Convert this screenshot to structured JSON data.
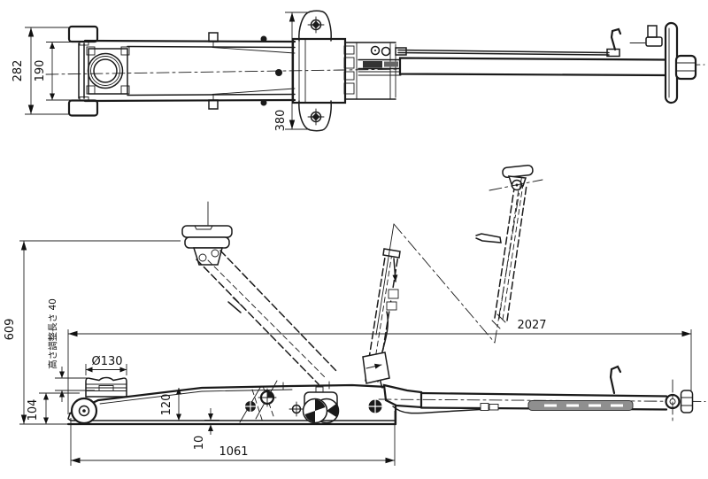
{
  "drawing": {
    "type": "engineering-two-view-drawing",
    "subject": "hydraulic floor jack (garage jack)",
    "views": {
      "top": "plan view",
      "bottom": "side elevation with raised positions in phantom lines"
    },
    "colors": {
      "ink": "#1a1a1a",
      "background": "#ffffff",
      "grip_gray": "#8f8f8f"
    }
  },
  "dimensions": {
    "body_width": "282",
    "frame_inner_width": "190",
    "caster_width": "380",
    "max_lift_height": "609",
    "height_adjust_length": "高さ調整長さ 40",
    "saddle_diameter": "Ø130",
    "min_height": "104",
    "frame_height": "120",
    "ground_clearance": "10",
    "frame_length": "1061",
    "overall_length": "2027"
  }
}
